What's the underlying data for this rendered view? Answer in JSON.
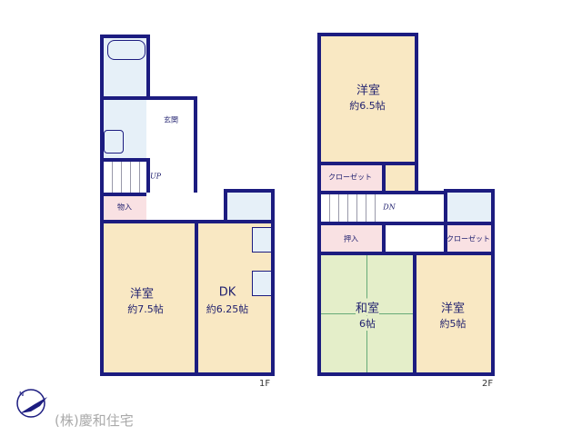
{
  "floor1": {
    "label": "1F",
    "rooms": {
      "entrance": "玄関",
      "storage": "物入",
      "up": "UP",
      "western": {
        "name": "洋室",
        "size": "約7.5帖"
      },
      "dk": {
        "name": "DK",
        "size": "約6.25帖"
      }
    }
  },
  "floor2": {
    "label": "2F",
    "rooms": {
      "western_a": {
        "name": "洋室",
        "size": "約6.5帖"
      },
      "closet_a": "クローゼット",
      "dn": "DN",
      "oshiire": "押入",
      "closet_b": "クローゼット",
      "washitsu": {
        "name": "和室",
        "size": "6帖"
      },
      "western_b": {
        "name": "洋室",
        "size": "約5帖"
      }
    }
  },
  "company": "(株)慶和住宅"
}
